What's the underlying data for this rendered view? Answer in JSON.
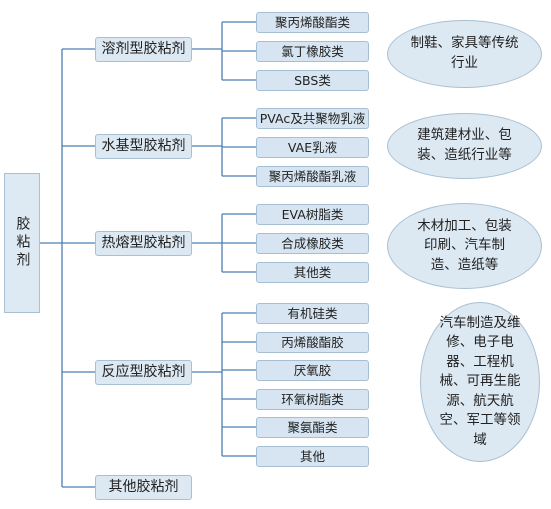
{
  "root": {
    "label": "胶粘剂"
  },
  "categories": [
    {
      "label": "溶剂型胶粘剂",
      "items": [
        "聚丙烯酸酯类",
        "氯丁橡胶类",
        "SBS类"
      ],
      "application": "制鞋、家具等传统行业"
    },
    {
      "label": "水基型胶粘剂",
      "items": [
        "PVAc及共聚物乳液",
        "VAE乳液",
        "聚丙烯酸酯乳液"
      ],
      "application": "建筑建材业、包装、造纸行业等"
    },
    {
      "label": "热熔型胶粘剂",
      "items": [
        "EVA树脂类",
        "合成橡胶类",
        "其他类"
      ],
      "application": "木材加工、包装印刷、汽车制造、造纸等"
    },
    {
      "label": "反应型胶粘剂",
      "items": [
        "有机硅类",
        "丙烯酸酯胶",
        "厌氧胶",
        "环氧树脂类",
        "聚氨酯类",
        "其他"
      ],
      "application": "汽车制造及维修、电子电器、工程机械、可再生能源、航天航空、军工等领域"
    },
    {
      "label": "其他胶粘剂",
      "items": [],
      "application": ""
    }
  ],
  "colors": {
    "box_fill": "#dce8f2",
    "box_border": "#a9c0d2",
    "line": "#4a7fb0"
  }
}
